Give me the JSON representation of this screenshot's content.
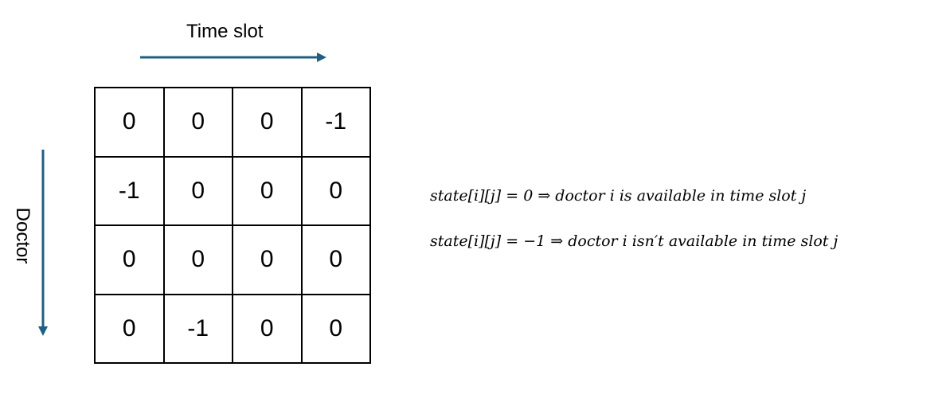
{
  "x_axis": {
    "label": "Time slot",
    "color": "#1f5f84"
  },
  "y_axis": {
    "label": "Doctor",
    "color": "#1f5f84"
  },
  "matrix": [
    [
      "0",
      "0",
      "0",
      "-1"
    ],
    [
      "-1",
      "0",
      "0",
      "0"
    ],
    [
      "0",
      "0",
      "0",
      "0"
    ],
    [
      "0",
      "-1",
      "0",
      "0"
    ]
  ],
  "equations": [
    "state[i][j] = 0  ⇒ doctor i is available in time slot j",
    "state[i][j] = −1  ⇒ doctor i isn′t available in time slot j"
  ]
}
